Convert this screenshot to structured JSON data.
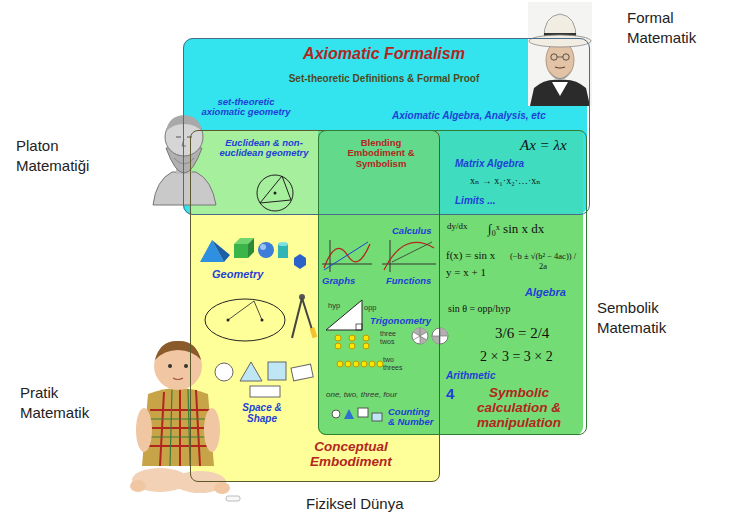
{
  "diagram": {
    "nodes": [
      {
        "text": [
          "Axiomatic Formalism",
          "Set-theoretic Definitions & Formal Proof"
        ]
      },
      {
        "text": [
          "Conceptual Embodiment"
        ]
      },
      {
        "text": [
          "Symbolic calculation & manipulation"
        ]
      }
    ],
    "labels": [
      "Formal Matematik",
      "Platon Matematiği",
      "set-theoretic axiomatic geometry",
      "Axiomatic Algebra, Analysis, etc",
      "Euclidean & non-euclidean geometry",
      "Blending Embodiment & Symbolism",
      "Ax = λx",
      "Matrix Algebra",
      "xₙ → x₁·x₂·…·xₙ",
      "Limits ...",
      "dy/dx",
      "Calculus",
      "∫₀ˣ sin x dx",
      "f(x) = sin x",
      "y = x + 1",
      "(−b ± √(b² − 4ac)) / 2a",
      "Geometry",
      "Graphs",
      "Functions",
      "Algebra",
      "hyp",
      "opp",
      "Trigonometry",
      "sin θ = opp/hyp",
      "Sembolik Matematik",
      "three twos",
      "3/6 = 2/4",
      "two threes",
      "2 × 3 = 3 × 2",
      "Arithmetic",
      "4",
      "one, two, three, four",
      "Pratik Matematik",
      "Space & Shape",
      "Counting & Number",
      "Fiziksel Dünya"
    ]
  }
}
